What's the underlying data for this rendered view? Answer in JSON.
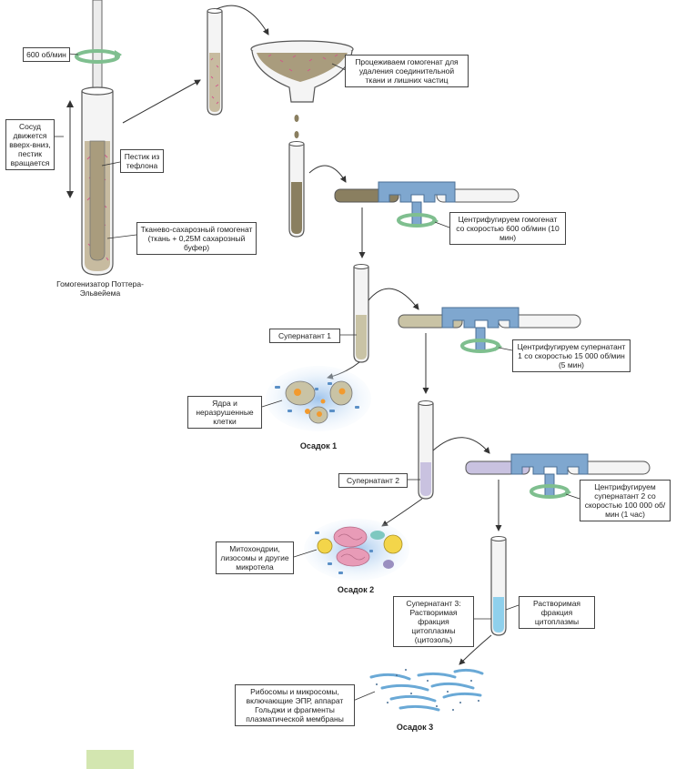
{
  "labels": {
    "rpm600": "600 об/мин",
    "vessel": "Сосуд движется вверх-вниз, пестик вращается",
    "pestle": "Пестик из тефлона",
    "homogenate": "Тканево-сахарозный гомогенат (ткань + 0,25М сахарозный буфер)",
    "homogenizer": "Гомогенизатор Поттера-Эльвейема",
    "filter": "Процеживаем гомогенат для удаления соединительной ткани и лишних частиц",
    "centrifuge1": "Центрифугируем гомогенат со скоростью 600 об/мин (10 мин)",
    "supernatant1": "Супернатант 1",
    "centrifuge2": "Центрифугируем супернатант 1 со скоростью 15 000 об/мин (5 мин)",
    "nuclei": "Ядра и неразрушенные клетки",
    "pellet1": "Осадок 1",
    "supernatant2": "Супернатант 2",
    "centrifuge3": "Центрифугируем супернатант 2 со скоростью 100 000 об/мин (1 час)",
    "mito": "Митохондрии, лизосомы и другие микротела",
    "pellet2": "Осадок 2",
    "supernatant3": "Супернатант 3: Растворимая фракция цитоплазмы (цитозоль)",
    "soluble": "Растворимая фракция цитоплазмы",
    "ribosomes": "Рибосомы и микросомы, включающие ЭПР, аппарат Гольджи и фрагменты плазматической мембраны",
    "pellet3": "Осадок 3"
  },
  "colors": {
    "glass": "#f2f2f2",
    "glass_stroke": "#555555",
    "homogenate": "#8a7f60",
    "supernatant1": "#c9c3a5",
    "supernatant2": "#c9c2e0",
    "supernatant3": "#8fd0ec",
    "rotor": "#7fa7cf",
    "swirl": "#7fbf8f",
    "pellet_halo": "#cfe2f6",
    "corner_patch": "#d3e6b0"
  }
}
